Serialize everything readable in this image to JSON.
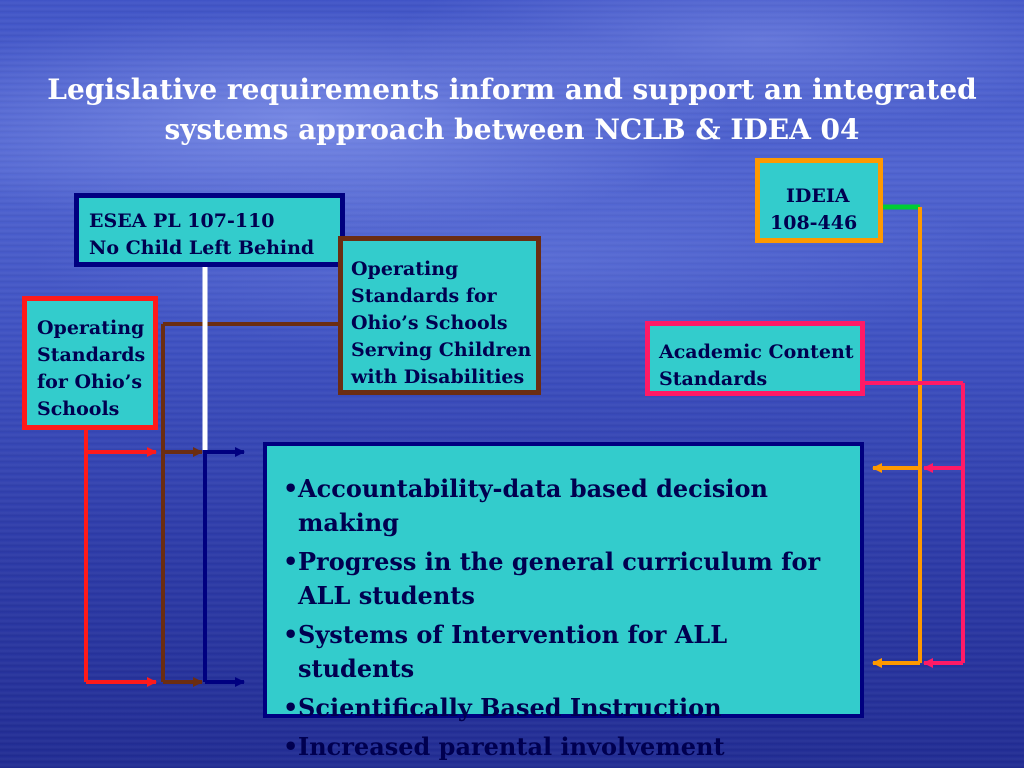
{
  "title": {
    "line1": "Legislative requirements inform and support an integrated",
    "line2": "systems approach between NCLB & IDEA 04"
  },
  "boxes": {
    "esea": {
      "line1": "ESEA PL 107-110",
      "line2": "No Child Left Behind"
    },
    "ohio_standards": {
      "lines": [
        "Operating",
        "Standards",
        "for Ohio’s",
        "Schools"
      ]
    },
    "disabilities_standards": {
      "lines": [
        "Operating",
        "Standards for",
        "Ohio’s Schools",
        "Serving Children",
        "with Disabilities"
      ]
    },
    "ideia": {
      "line1": "IDEIA",
      "line2": "108-446"
    },
    "academic_content": {
      "line1": "Academic Content",
      "line2": "Standards"
    }
  },
  "outcomes": [
    "Accountability-data based decision making",
    "Progress in the general curriculum for ALL students",
    "Systems of Intervention for ALL students",
    "Scientifically Based Instruction",
    "Increased parental involvement"
  ],
  "colors": {
    "navy": "#000080",
    "red": "#ff1a1a",
    "brown": "#6b2d12",
    "orange": "#ff9900",
    "pink": "#ff1a66",
    "green": "#00cc33",
    "teal": "#33cccc"
  }
}
